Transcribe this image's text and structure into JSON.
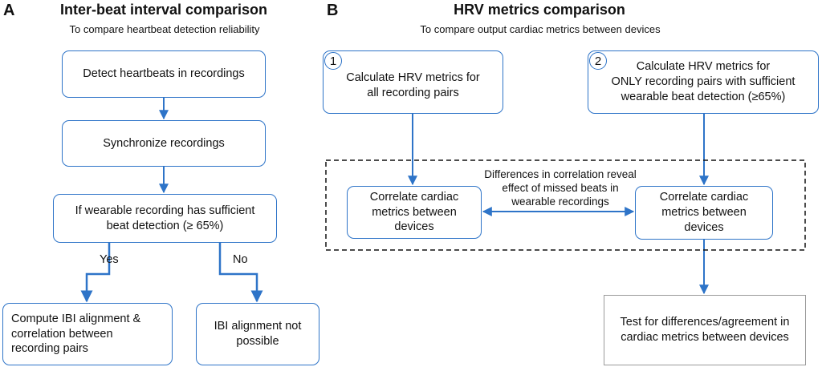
{
  "panelA": {
    "letter": "A",
    "title": "Inter-beat interval comparison",
    "subtitle": "To compare heartbeat detection reliability",
    "boxes": {
      "detect": "Detect heartbeats in recordings",
      "sync": "Synchronize recordings",
      "condition": "If wearable recording has sufficient\nbeat detection (≥ 65%)",
      "compute": "Compute IBI alignment &\ncorrelation between\nrecording pairs",
      "not_possible": "IBI alignment not\npossible"
    },
    "branch_yes": "Yes",
    "branch_no": "No"
  },
  "panelB": {
    "letter": "B",
    "title": "HRV metrics comparison",
    "subtitle": "To compare output cardiac metrics between devices",
    "step1": {
      "number": "1",
      "text": "Calculate HRV metrics for\nall recording pairs"
    },
    "step2": {
      "number": "2",
      "text": "Calculate HRV metrics for\nONLY recording pairs with sufficient\nwearable beat detection (≥65%)"
    },
    "correlate_left": "Correlate cardiac\nmetrics between\ndevices",
    "correlate_right": "Correlate cardiac\nmetrics between\ndevices",
    "difference_note": "Differences in correlation reveal\neffect of missed beats in\nwearable recordings",
    "test_box": "Test for differences/agreement in\ncardiac metrics between devices"
  }
}
